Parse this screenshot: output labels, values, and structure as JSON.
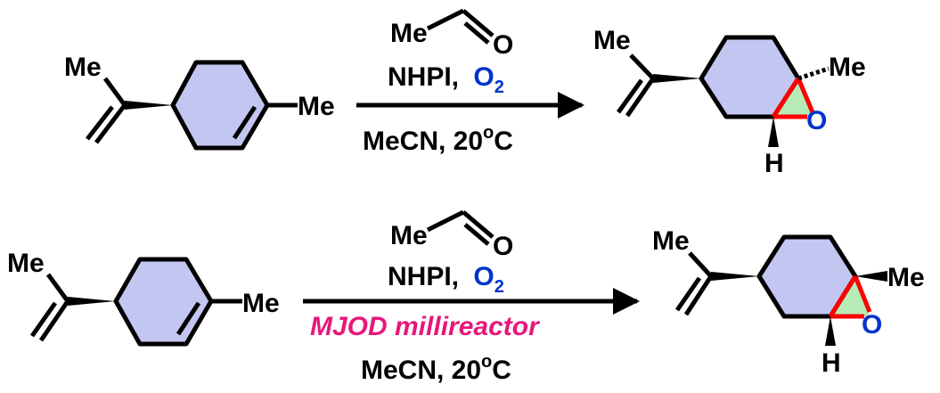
{
  "colors": {
    "ring_fill": "#c4c6f2",
    "epoxide_fill": "#b6ecb6",
    "epoxide_bond": "#ff0000",
    "oxygen_blue": "#0033cc",
    "reactor_pink": "#e6187a",
    "ink": "#000000"
  },
  "reaction_1": {
    "reactant": {
      "label_me_top": "Me",
      "label_me_right": "Me"
    },
    "reagents": {
      "aldehyde_me": "Me",
      "aldehyde_o": "O",
      "nhpi": "NHPI,",
      "oxygen": "O",
      "oxygen_subscript": "2"
    },
    "solvent": {
      "text": "MeCN, 20",
      "degree": "o",
      "unit": "C"
    },
    "product": {
      "label_me_top": "Me",
      "label_me_right": "Me",
      "label_o": "O",
      "label_h": "H"
    }
  },
  "reaction_2": {
    "reactant": {
      "label_me_top": "Me",
      "label_me_right": "Me"
    },
    "reagents": {
      "aldehyde_me": "Me",
      "aldehyde_o": "O",
      "nhpi": "NHPI,",
      "oxygen": "O",
      "oxygen_subscript": "2"
    },
    "device": "MJOD millireactor",
    "solvent": {
      "text": "MeCN, 20",
      "degree": "o",
      "unit": "C"
    },
    "product": {
      "label_me_top": "Me",
      "label_me_right": "Me",
      "label_o": "O",
      "label_h": "H"
    }
  }
}
